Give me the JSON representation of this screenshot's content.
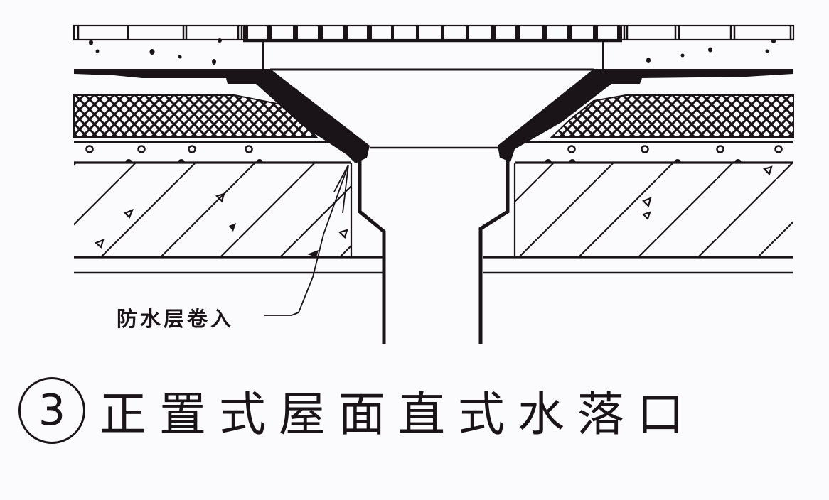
{
  "diagram": {
    "type": "section-drawing",
    "subject": "roof drain (vertical outlet) construction detail",
    "colors": {
      "ink": "#1a1418",
      "paper": "#fbfbfd"
    },
    "layers_top_to_bottom": [
      "grating-surface-tiles",
      "screed-with-aggregate",
      "waterproof-membrane",
      "insulation-crosshatch",
      "leveling-layer-with-loops",
      "structural-concrete-slab-hatched",
      "ceiling-plaster"
    ],
    "callout": {
      "label": "防水层卷入"
    },
    "caption": {
      "number": "3",
      "title": "正置式屋面直式水落口"
    }
  }
}
